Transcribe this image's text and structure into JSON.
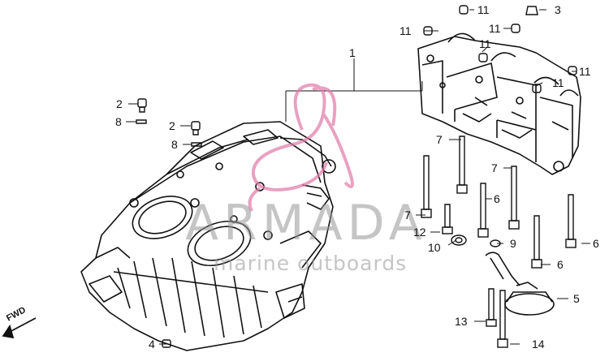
{
  "watermark": {
    "brand": "ARMADA",
    "subtitle": "marine outboards",
    "logo_color": "#e07aa8"
  },
  "direction_label": "FWD",
  "callouts": {
    "c1": "1",
    "c2a": "2",
    "c2b": "2",
    "c3": "3",
    "c4": "4",
    "c5": "5",
    "c6a": "6",
    "c6b": "6",
    "c6c": "6",
    "c7a": "7",
    "c7b": "7",
    "c7c": "7",
    "c8a": "8",
    "c8b": "8",
    "c9": "9",
    "c10": "10",
    "c11a": "11",
    "c11b": "11",
    "c11c": "11",
    "c11d": "11",
    "c11e": "11",
    "c12": "12",
    "c13": "13",
    "c14": "14"
  },
  "colors": {
    "ink": "#111111",
    "paper": "#ffffff"
  }
}
